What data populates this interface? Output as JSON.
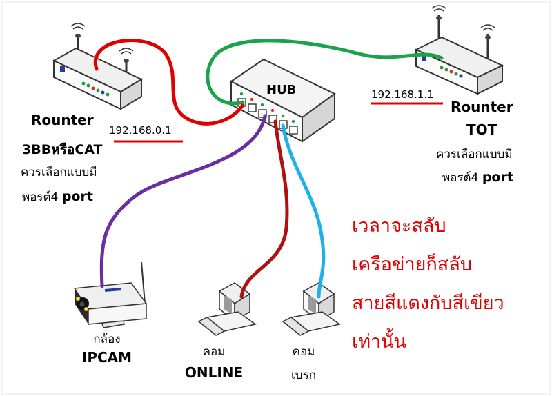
{
  "devices": {
    "hub": {
      "label": "HUB"
    },
    "router_left": {
      "name_line1": "Rounter",
      "name_line2": "3BBหรือCAT",
      "ip": "192.168.0.1",
      "note_line1": "ควรเลือกแบบมี",
      "note_line2_prefix": "พอรต์4 ",
      "note_line2_bold": "port"
    },
    "router_right": {
      "name_line1": "Rounter",
      "name_line2": "TOT",
      "ip": "192.168.1.1",
      "note_line1": "ควรเลือกแบบมี",
      "note_line2_prefix": "พอรต์4 ",
      "note_line2_bold": "port"
    },
    "camera": {
      "line1": "กล้อง",
      "line2": "IPCAM"
    },
    "pc_online": {
      "line1": "คอม",
      "line2": "ONLINE"
    },
    "pc_break": {
      "line1": "คอม",
      "line2": "เบรก"
    }
  },
  "cable_colors": {
    "red": "#e00000",
    "green": "#1aa34a",
    "purple": "#6a2ea0",
    "darkred": "#b01010",
    "cyan": "#1fb0e6",
    "ip_underline": "#e00000"
  },
  "note": {
    "line1": "เวลาจะสลับ",
    "line2": "เครือข่ายก็สลับ",
    "line3": "สายสีแดงกับสีเขียว",
    "line4": "เท่านั้น",
    "color": "#e00000"
  }
}
